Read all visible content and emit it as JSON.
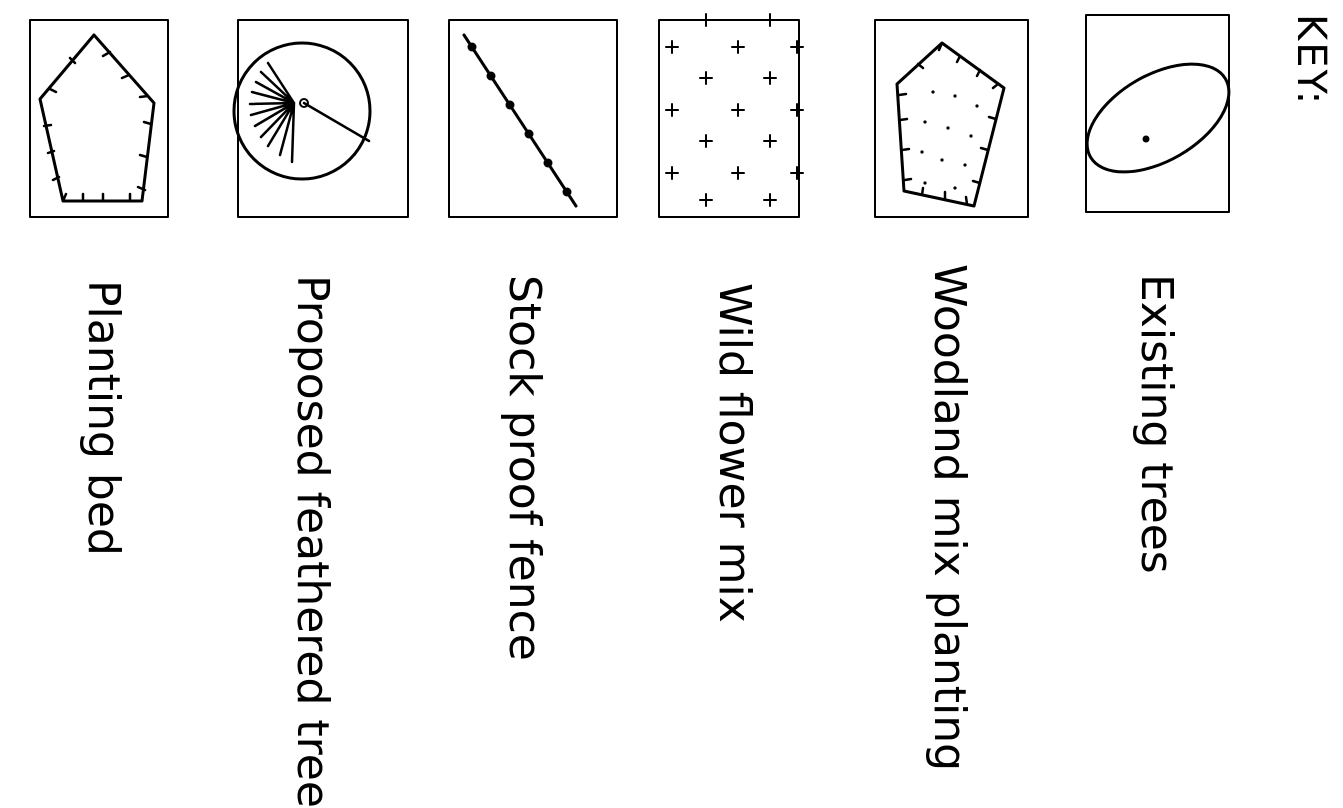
{
  "key": {
    "title": "KEY:"
  },
  "legend": [
    {
      "id": "existing-trees",
      "label": "Existing trees"
    },
    {
      "id": "woodland-mix",
      "label": "Woodland mix planting"
    },
    {
      "id": "wild-flower-mix",
      "label": "Wild flower mix"
    },
    {
      "id": "stock-proof-fence",
      "label": "Stock proof fence"
    },
    {
      "id": "feathered-tree",
      "label": "Proposed feathered tree"
    },
    {
      "id": "planting-bed",
      "label": "Planting bed"
    }
  ]
}
